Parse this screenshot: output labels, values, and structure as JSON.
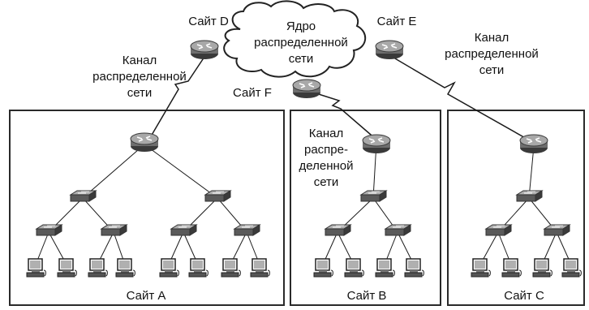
{
  "labels": {
    "site_d": "Сайт D",
    "site_e": "Сайт E",
    "site_f": "Сайт F",
    "core_line1": "Ядро",
    "core_line2": "распределенной",
    "core_line3": "сети",
    "wan_left_line1": "Канал",
    "wan_left_line2": "распределенной",
    "wan_left_line3": "сети",
    "wan_right_line1": "Канал",
    "wan_right_line2": "распределенной",
    "wan_right_line3": "сети",
    "wan_mid_line1": "Канал",
    "wan_mid_line2": "распре-",
    "wan_mid_line3": "деленной",
    "wan_mid_line4": "сети",
    "site_a": "Сайт A",
    "site_b": "Сайт B",
    "site_c": "Сайт C"
  },
  "colors": {
    "device_fill": "#8a8a8a",
    "device_dark": "#3a3a3a",
    "line": "#1a1a1a",
    "box_border": "#2a2a2a",
    "screen_fill": "#b0b0b0"
  },
  "icons": {
    "router": "router-icon",
    "switch": "switch-icon",
    "workstation": "workstation-icon",
    "cloud": "cloud-icon"
  }
}
